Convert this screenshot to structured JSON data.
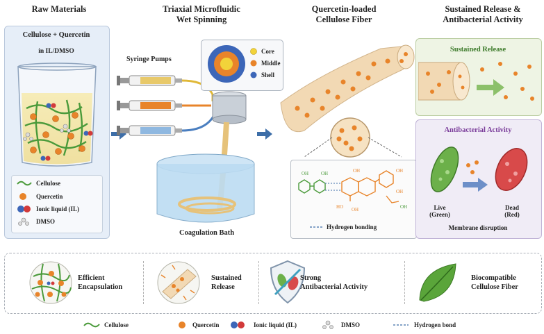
{
  "headers": {
    "raw": "Raw Materials",
    "spin_l1": "Triaxial Microfluidic",
    "spin_l2": "Wet Spinning",
    "fiber_l1": "Quercetin-loaded",
    "fiber_l2": "Cellulose Fiber",
    "release_l1": "Sustained Release &",
    "release_l2": "Antibacterial Activity"
  },
  "raw_panel": {
    "title": "Cellulose + Quercetin",
    "subtitle": "in IL/DMSO",
    "legend": [
      "Cellulose",
      "Quercetin",
      "Ionic liquid (IL)",
      "DMSO"
    ]
  },
  "spinning": {
    "pumps_label": "Syringe Pumps",
    "layers": [
      "Core",
      "Middle",
      "Shell"
    ],
    "bath_label": "Coagulation Bath"
  },
  "fiber": {
    "bond_label": "Hydrogen bonding",
    "oh": "OH",
    "ho": "HO"
  },
  "release": {
    "sustained_title": "Sustained Release",
    "antibacterial_title": "Antibacterial Activity",
    "live_l1": "Live",
    "live_l2": "(Green)",
    "dead_l1": "Dead",
    "dead_l2": "(Red)",
    "membrane": "Membrane disruption"
  },
  "features": [
    {
      "l1": "Efficient",
      "l2": "Encapsulation"
    },
    {
      "l1": "Sustained",
      "l2": "Release"
    },
    {
      "l1": "Strong",
      "l2": "Antibacterial Activity"
    },
    {
      "l1": "Biocompatible",
      "l2": "Cellulose Fiber"
    }
  ],
  "bottom_legend": [
    "Cellulose",
    "Quercetin",
    "Ionic liquid (IL)",
    "DMSO",
    "Hydrogen bond"
  ],
  "colors": {
    "panel_blue": "#e6eef8",
    "panel_green": "#eef4e4",
    "panel_purple": "#f0ecf6",
    "arrow_blue": "#3d6ea8",
    "quercetin": "#e8842a",
    "cellulose": "#4a9a3a",
    "fiber": "#f2d9b4"
  }
}
